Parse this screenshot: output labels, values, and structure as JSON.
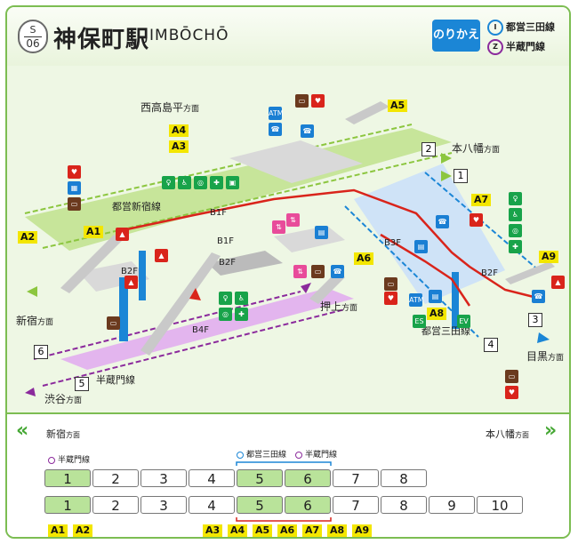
{
  "station": {
    "line_letter": "S",
    "number": "06",
    "name_ja": "神保町駅",
    "name_en": "JIMBŌCHŌ"
  },
  "transfers": {
    "header": "のりかえ",
    "lines": [
      {
        "mark": "I",
        "name": "都営三田線",
        "color": "#1b86d6"
      },
      {
        "mark": "Z",
        "name": "半蔵門線",
        "color": "#8b2a9c"
      }
    ]
  },
  "map": {
    "directions": {
      "nishitakashimadaira": {
        "name": "西高島平",
        "suffix": "方面"
      },
      "motoyawata": {
        "name": "本八幡",
        "suffix": "方面"
      },
      "shinjuku": {
        "name": "新宿",
        "suffix": "方面"
      },
      "oshiage": {
        "name": "押上",
        "suffix": "方面"
      },
      "shibuya": {
        "name": "渋谷",
        "suffix": "方面"
      },
      "meguro": {
        "name": "目黒",
        "suffix": "方面"
      }
    },
    "line_labels": {
      "shinjuku_line": "都営新宿線",
      "hanzomon_line": "半蔵門線",
      "mita_line": "都営三田線"
    },
    "floors": {
      "b1f_a": "B1F",
      "b1f_b": "B1F",
      "b2f_a": "B2F",
      "b2f_b": "B2F",
      "b2f_c": "B2F",
      "b3f": "B3F",
      "b4f": "B4F"
    },
    "exits": {
      "a1": "A1",
      "a2": "A2",
      "a3": "A3",
      "a4": "A4",
      "a5": "A5",
      "a6": "A6",
      "a7": "A7",
      "a8": "A8",
      "a9": "A9"
    },
    "platforms": {
      "p1": "1",
      "p2": "2",
      "p3": "3",
      "p4": "4",
      "p5": "5",
      "p6": "6"
    },
    "icon_text": {
      "atm": "ATM",
      "es": "ES",
      "ev": "EV"
    }
  },
  "bottom": {
    "left_direction": {
      "name": "新宿",
      "suffix": "方面"
    },
    "right_direction": {
      "name": "本八幡",
      "suffix": "方面"
    },
    "hanzomon_label": "半蔵門線",
    "mita_label": "都営三田線",
    "row1_cars": [
      "1",
      "2",
      "3",
      "4",
      "5",
      "6",
      "7",
      "8"
    ],
    "row2_cars": [
      "1",
      "2",
      "3",
      "4",
      "5",
      "6",
      "7",
      "8",
      "9",
      "10"
    ],
    "exit_labels": [
      "A1",
      "A2",
      "A3",
      "A4",
      "A5",
      "A6",
      "A7",
      "A8",
      "A9"
    ]
  },
  "colors": {
    "shinjuku_line": "#8cc63f",
    "hanzomon_line": "#8b2a9c",
    "mita_line": "#1b86d6",
    "exit_yellow": "#f3e600",
    "transfer_route": "#d9241b"
  }
}
